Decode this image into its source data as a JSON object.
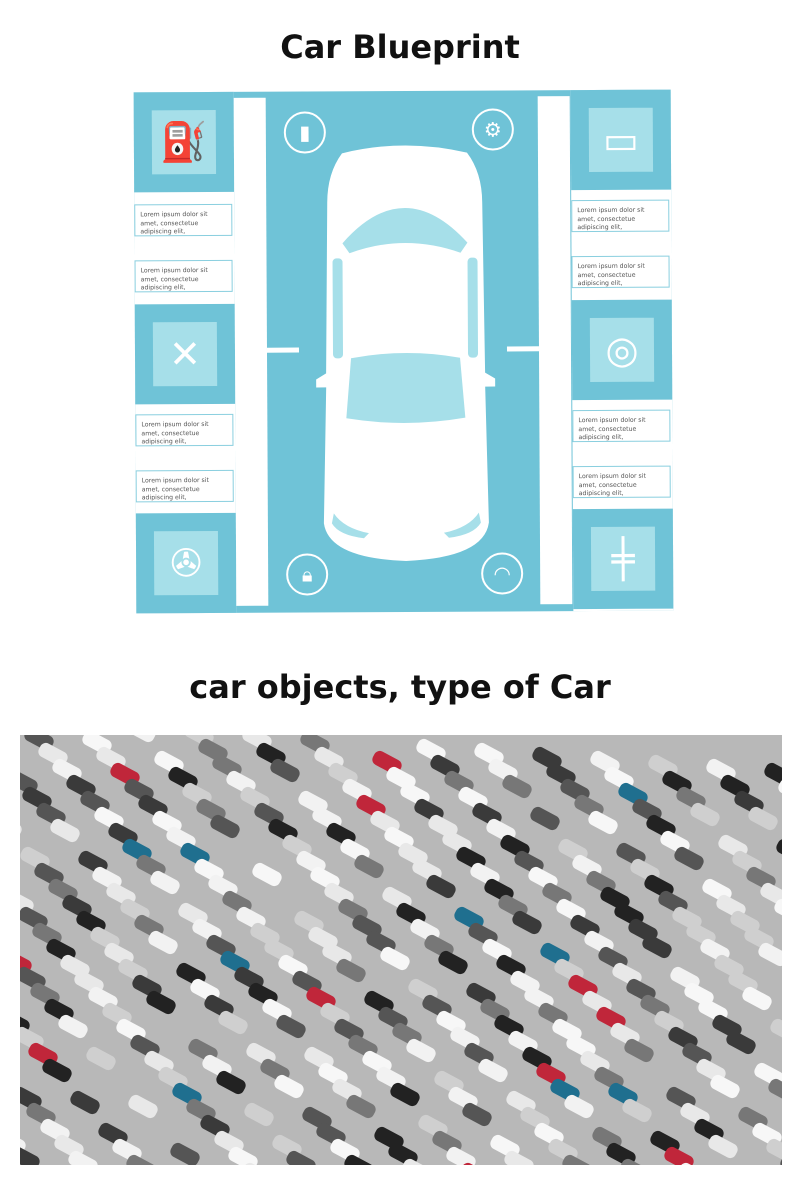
{
  "titles": {
    "blueprint": "Car Blueprint",
    "photo": "car objects, type of Car"
  },
  "blueprint": {
    "left_icons": [
      "fuel-can",
      "wrench-screwdriver",
      "wheel"
    ],
    "right_icons": [
      "battery",
      "steering-wheel",
      "chassis"
    ],
    "corner_icons": [
      "spray-bottle",
      "gear",
      "lock",
      "speedometer"
    ],
    "text_boxes": [
      "Lorem ipsum dolor sit amet, consectetue adipiscing elit,",
      "Lorem ipsum dolor sit amet, consectetue adipiscing elit,",
      "Lorem ipsum dolor sit amet, consectetue adipiscing elit,",
      "Lorem ipsum dolor sit amet, consectetue adipiscing elit,",
      "Lorem ipsum dolor sit amet, consectetue adipiscing elit,",
      "Lorem ipsum dolor sit amet, consectetue adipiscing elit,",
      "Lorem ipsum dolor sit amet, consectetue adipiscing elit,",
      "Lorem ipsum dolor sit amet, consectetue adipiscing elit,"
    ],
    "colors": {
      "blue": "#6fc3d7",
      "light": "#a6dfe9"
    }
  }
}
